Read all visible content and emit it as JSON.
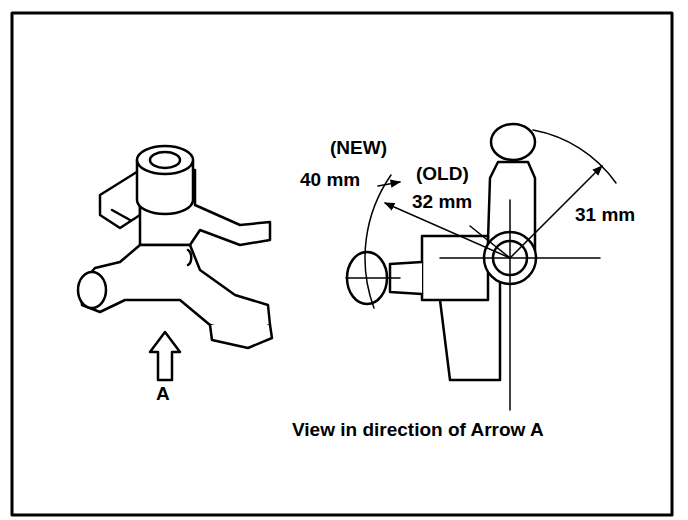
{
  "diagram": {
    "labels": [
      "A",
      "(NEW)",
      "40 mm",
      "(OLD)",
      "32 mm",
      "31 mm",
      "View in direction of Arrow A"
    ]
  }
}
